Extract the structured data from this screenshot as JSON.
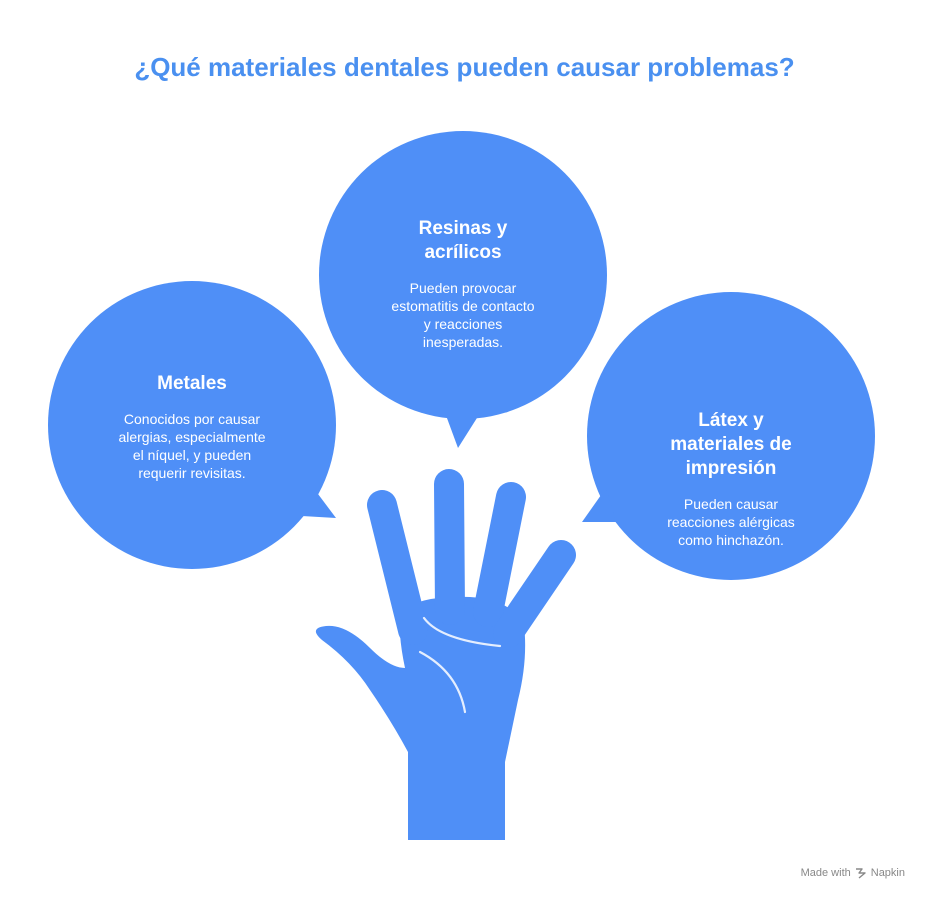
{
  "title": "¿Qué materiales dentales pueden causar problemas?",
  "colors": {
    "primary": "#4f8ff7",
    "title": "#4a90f0",
    "text": "#ffffff"
  },
  "bubbles": [
    {
      "title_lines": [
        "Metales"
      ],
      "description_lines": [
        "Conocidos por causar",
        "alergias, especialmente",
        "el níquel, y pueden",
        "requerir revisitas."
      ]
    },
    {
      "title_lines": [
        "Resinas y",
        "acrílicos"
      ],
      "description_lines": [
        "Pueden provocar",
        "estomatitis de contacto",
        "y reacciones",
        "inesperadas."
      ]
    },
    {
      "title_lines": [
        "Látex y",
        "materiales de",
        "impresión"
      ],
      "description_lines": [
        "Pueden causar",
        "reacciones alérgicas",
        "como hinchazón."
      ]
    }
  ],
  "footer": {
    "made_with": "Made with",
    "brand": "Napkin",
    "logo_icon": "napkin-logo-icon"
  }
}
